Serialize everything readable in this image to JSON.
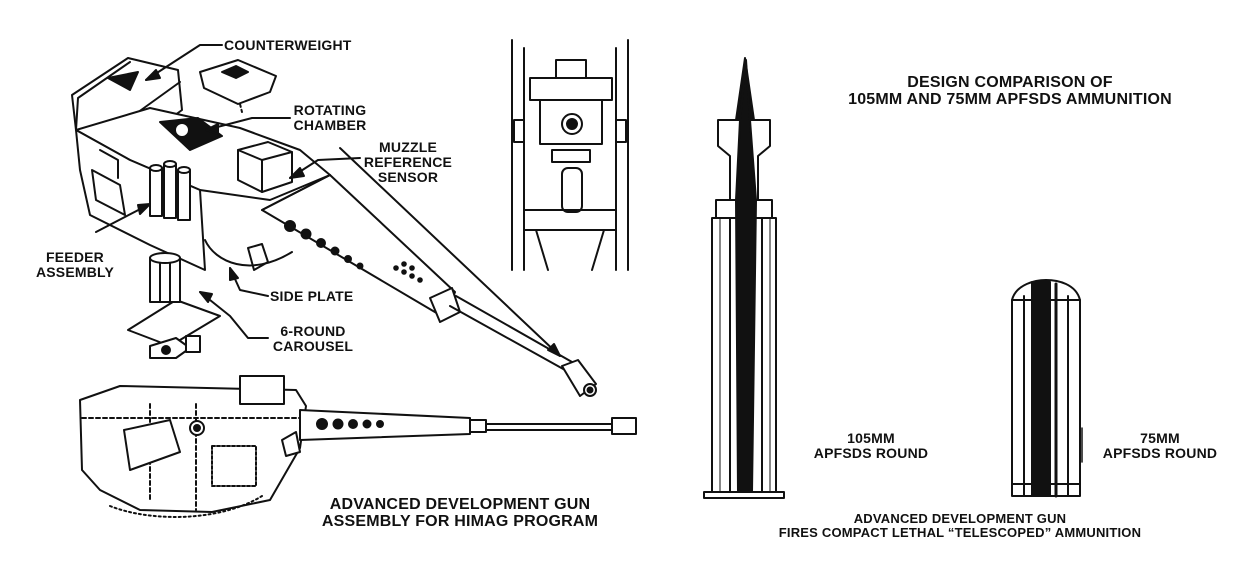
{
  "gun": {
    "callouts": {
      "counterweight": "COUNTERWEIGHT",
      "rotating_chamber_1": "ROTATING",
      "rotating_chamber_2": "CHAMBER",
      "muzzle_sensor_1": "MUZZLE",
      "muzzle_sensor_2": "REFERENCE",
      "muzzle_sensor_3": "SENSOR",
      "feeder_1": "FEEDER",
      "feeder_2": "ASSEMBLY",
      "side_plate": "SIDE PLATE",
      "carousel_1": "6-ROUND",
      "carousel_2": "CAROUSEL"
    },
    "caption_1": "ADVANCED DEVELOPMENT GUN",
    "caption_2": "ASSEMBLY FOR HIMAG PROGRAM"
  },
  "ammo": {
    "title_1": "DESIGN COMPARISON OF",
    "title_2": "105MM AND 75MM APFSDS AMMUNITION",
    "round_105_1": "105MM",
    "round_105_2": "APFSDS ROUND",
    "round_75_1": "75MM",
    "round_75_2": "APFSDS ROUND",
    "caption_1": "ADVANCED DEVELOPMENT GUN",
    "caption_2": "FIRES COMPACT LETHAL “TELESCOPED” AMMUNITION"
  },
  "colors": {
    "ink": "#111111",
    "paper": "#ffffff"
  }
}
